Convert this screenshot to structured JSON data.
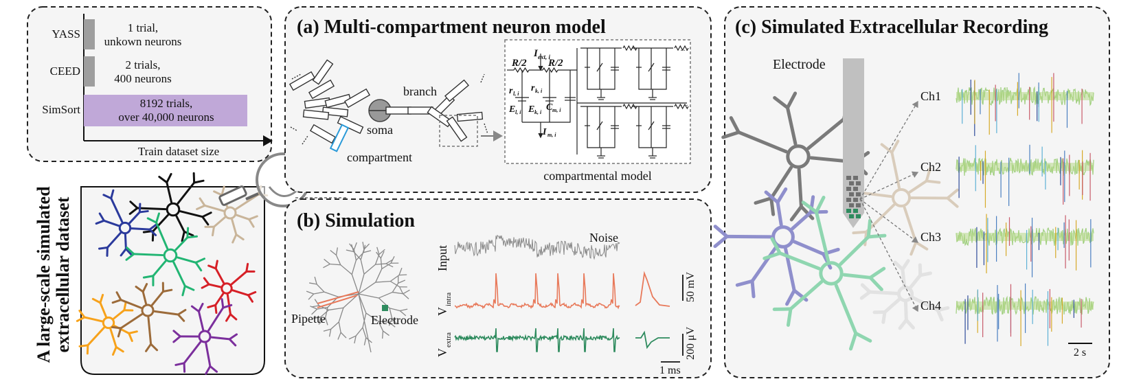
{
  "side_title": {
    "line1": "A large-scale simulated",
    "line2": "extracellular dataset"
  },
  "dataset_chart": {
    "xlabel": "Train dataset size",
    "bars": [
      {
        "name": "YASS",
        "line1": "1 trial,",
        "line2": "unkown neurons",
        "value": 1,
        "color": "#9e9e9e"
      },
      {
        "name": "CEED",
        "line1": "2 trials,",
        "line2": "400 neurons",
        "value": 2,
        "color": "#9e9e9e"
      },
      {
        "name": "SimSort",
        "line1": "8192 trials,",
        "line2": "over 40,000 neurons",
        "value": 8192,
        "color": "#c0a8d8"
      }
    ]
  },
  "panel_a": {
    "title": "(a) Multi-compartment neuron model",
    "branch": "branch",
    "soma": "soma",
    "compartment": "compartment",
    "compartmental_model": "compartmental model",
    "r_half_left": "R/2",
    "r_half_right": "R/2",
    "i_ext": "I",
    "i_ext_sub": "ext, i",
    "r_l": "r",
    "r_l_sub": "l, i",
    "r_k": "r",
    "r_k_sub": "k, i",
    "e_l": "E",
    "e_l_sub": "l, i",
    "e_k": "E",
    "e_k_sub": "k, i",
    "c_m": "C",
    "c_m_sub": "m, i",
    "i_m": "I",
    "i_m_sub": "m, i"
  },
  "panel_b": {
    "title": "(b) Simulation",
    "pipette": "Pipette",
    "electrode": "Electrode",
    "noise": "Noise",
    "input": "Input",
    "v_intra": "V",
    "v_intra_sub": "intra",
    "v_extra": "V",
    "v_extra_sub": "extra",
    "scale_mv": "50 mV",
    "scale_uv": "200 μV",
    "scale_ms": "1 ms",
    "intra_color": "#e8795a",
    "extra_color": "#2e8b5e"
  },
  "panel_c": {
    "title": "(c) Simulated Extracellular Recording",
    "electrode": "Electrode",
    "channels": [
      "Ch1",
      "Ch2",
      "Ch3",
      "Ch4"
    ],
    "scale_s": "2 s"
  },
  "colors": {
    "panel_bg": "#f5f5f5",
    "dash": "#222222",
    "accent_purple": "#c0a8d8",
    "neuron_black": "#111111",
    "neuron_blue": "#2b3a9c",
    "neuron_green": "#22b573",
    "neuron_red": "#d62027",
    "neuron_tan": "#c9b59a",
    "neuron_orange": "#f7a21b",
    "neuron_brown": "#9c6b3a",
    "neuron_purple": "#7b2f9c"
  }
}
